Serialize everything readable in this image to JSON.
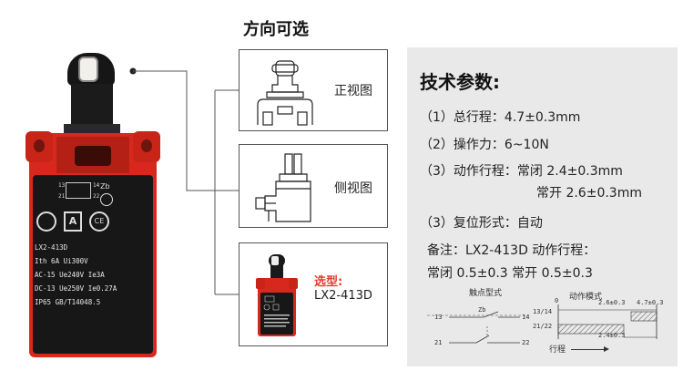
{
  "direction": {
    "title": "方向可选",
    "front_label": "正视图",
    "side_label": "侧视图",
    "selection_label": "选型:",
    "selection_model": "LX2-413D"
  },
  "product_markings": {
    "terminal_13": "13",
    "terminal_14": "14",
    "terminal_21": "21",
    "terminal_22": "22",
    "zb": "Zb",
    "ce": "CE",
    "model_text": "LX2-413D\nIth 6A Ui300V\nAC-15 Ue240V Ie3A\nDC-13 Ue250V Ie0.27A\nIP65 GB/T14048.5"
  },
  "tech": {
    "title": "技术参数:",
    "specs": [
      "（1）总行程：4.7±0.3mm",
      "（2）操作力：6~10N",
      "（3）动作行程：常闭 2.4±0.3mm",
      "常开 2.6±0.3mm",
      "（3）复位形式：自动"
    ],
    "note_line1": "备注：LX2-413D 动作行程：",
    "note_line2": "常闭 0.5±0.3 常开 0.5±0.3",
    "diagram": {
      "contact_title": "触点型式",
      "action_title": "动作模式",
      "zb": "Zb",
      "t13": "13",
      "t14": "14",
      "t21": "21",
      "t22": "22",
      "zero": "0",
      "v26": "2.6±0.3",
      "v47": "4.7±0.3",
      "v24": "2.4±0.3",
      "no_label": "13/14",
      "nc_label": "21/22",
      "stroke": "行程"
    }
  }
}
